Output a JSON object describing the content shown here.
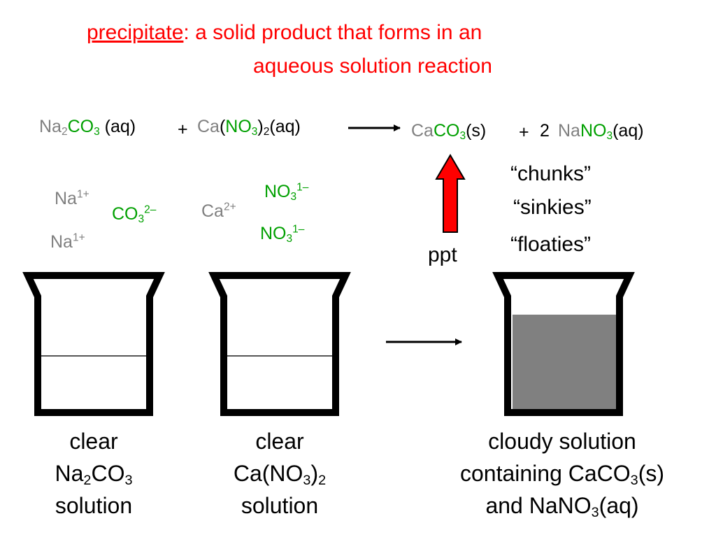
{
  "title": {
    "term": "precipitate",
    "line1_rest": ": a solid product that forms in an",
    "line2": "aqueous solution reaction"
  },
  "equation": {
    "r1": {
      "na": "Na",
      "na_sub": "2",
      "co": "CO",
      "co_sub": "3",
      "state": " (aq)"
    },
    "plus1": "+",
    "r2": {
      "ca": "Ca",
      "open": "(",
      "no": "NO",
      "no_sub": "3",
      "close": ")",
      "sub": "2",
      "state": "(aq)"
    },
    "p1": {
      "ca": "Ca",
      "co": "CO",
      "co_sub": "3",
      "state": "(s)"
    },
    "plus2": "+",
    "coef": "2",
    "p2": {
      "na": "Na",
      "no": "NO",
      "no_sub": "3",
      "state": "(aq)"
    }
  },
  "ions": {
    "na_a": {
      "sym": "Na",
      "charge": "1+"
    },
    "na_b": {
      "sym": "Na",
      "charge": "1+"
    },
    "co3": {
      "sym": "CO",
      "sub": "3",
      "charge": "2–"
    },
    "ca": {
      "sym": "Ca",
      "charge": "2+"
    },
    "no3_a": {
      "sym": "NO",
      "sub": "3",
      "charge": "1–"
    },
    "no3_b": {
      "sym": "NO",
      "sub": "3",
      "charge": "1–"
    }
  },
  "ppt_label": "ppt",
  "nicknames": [
    "“chunks”",
    "“sinkies”",
    "“floaties”"
  ],
  "captions": {
    "left": {
      "l1": "clear",
      "l2a": "Na",
      "l2s1": "2",
      "l2b": "CO",
      "l2s2": "3",
      "l3": "solution"
    },
    "middle": {
      "l1": "clear",
      "l2a": "Ca(NO",
      "l2s1": "3",
      "l2b": ")",
      "l2s2": "2",
      "l3": "solution"
    },
    "right": {
      "l1": "cloudy solution",
      "l2a": "containing CaCO",
      "l2s": "3",
      "l2b": "(s)",
      "l3a": "and NaNO",
      "l3s": "3",
      "l3b": "(aq)"
    }
  },
  "colors": {
    "title_red": "#ff0000",
    "cation_grey": "#808080",
    "anion_green": "#00a000",
    "arrow_red": "#ff0000",
    "cloudy_fill": "#808080"
  }
}
